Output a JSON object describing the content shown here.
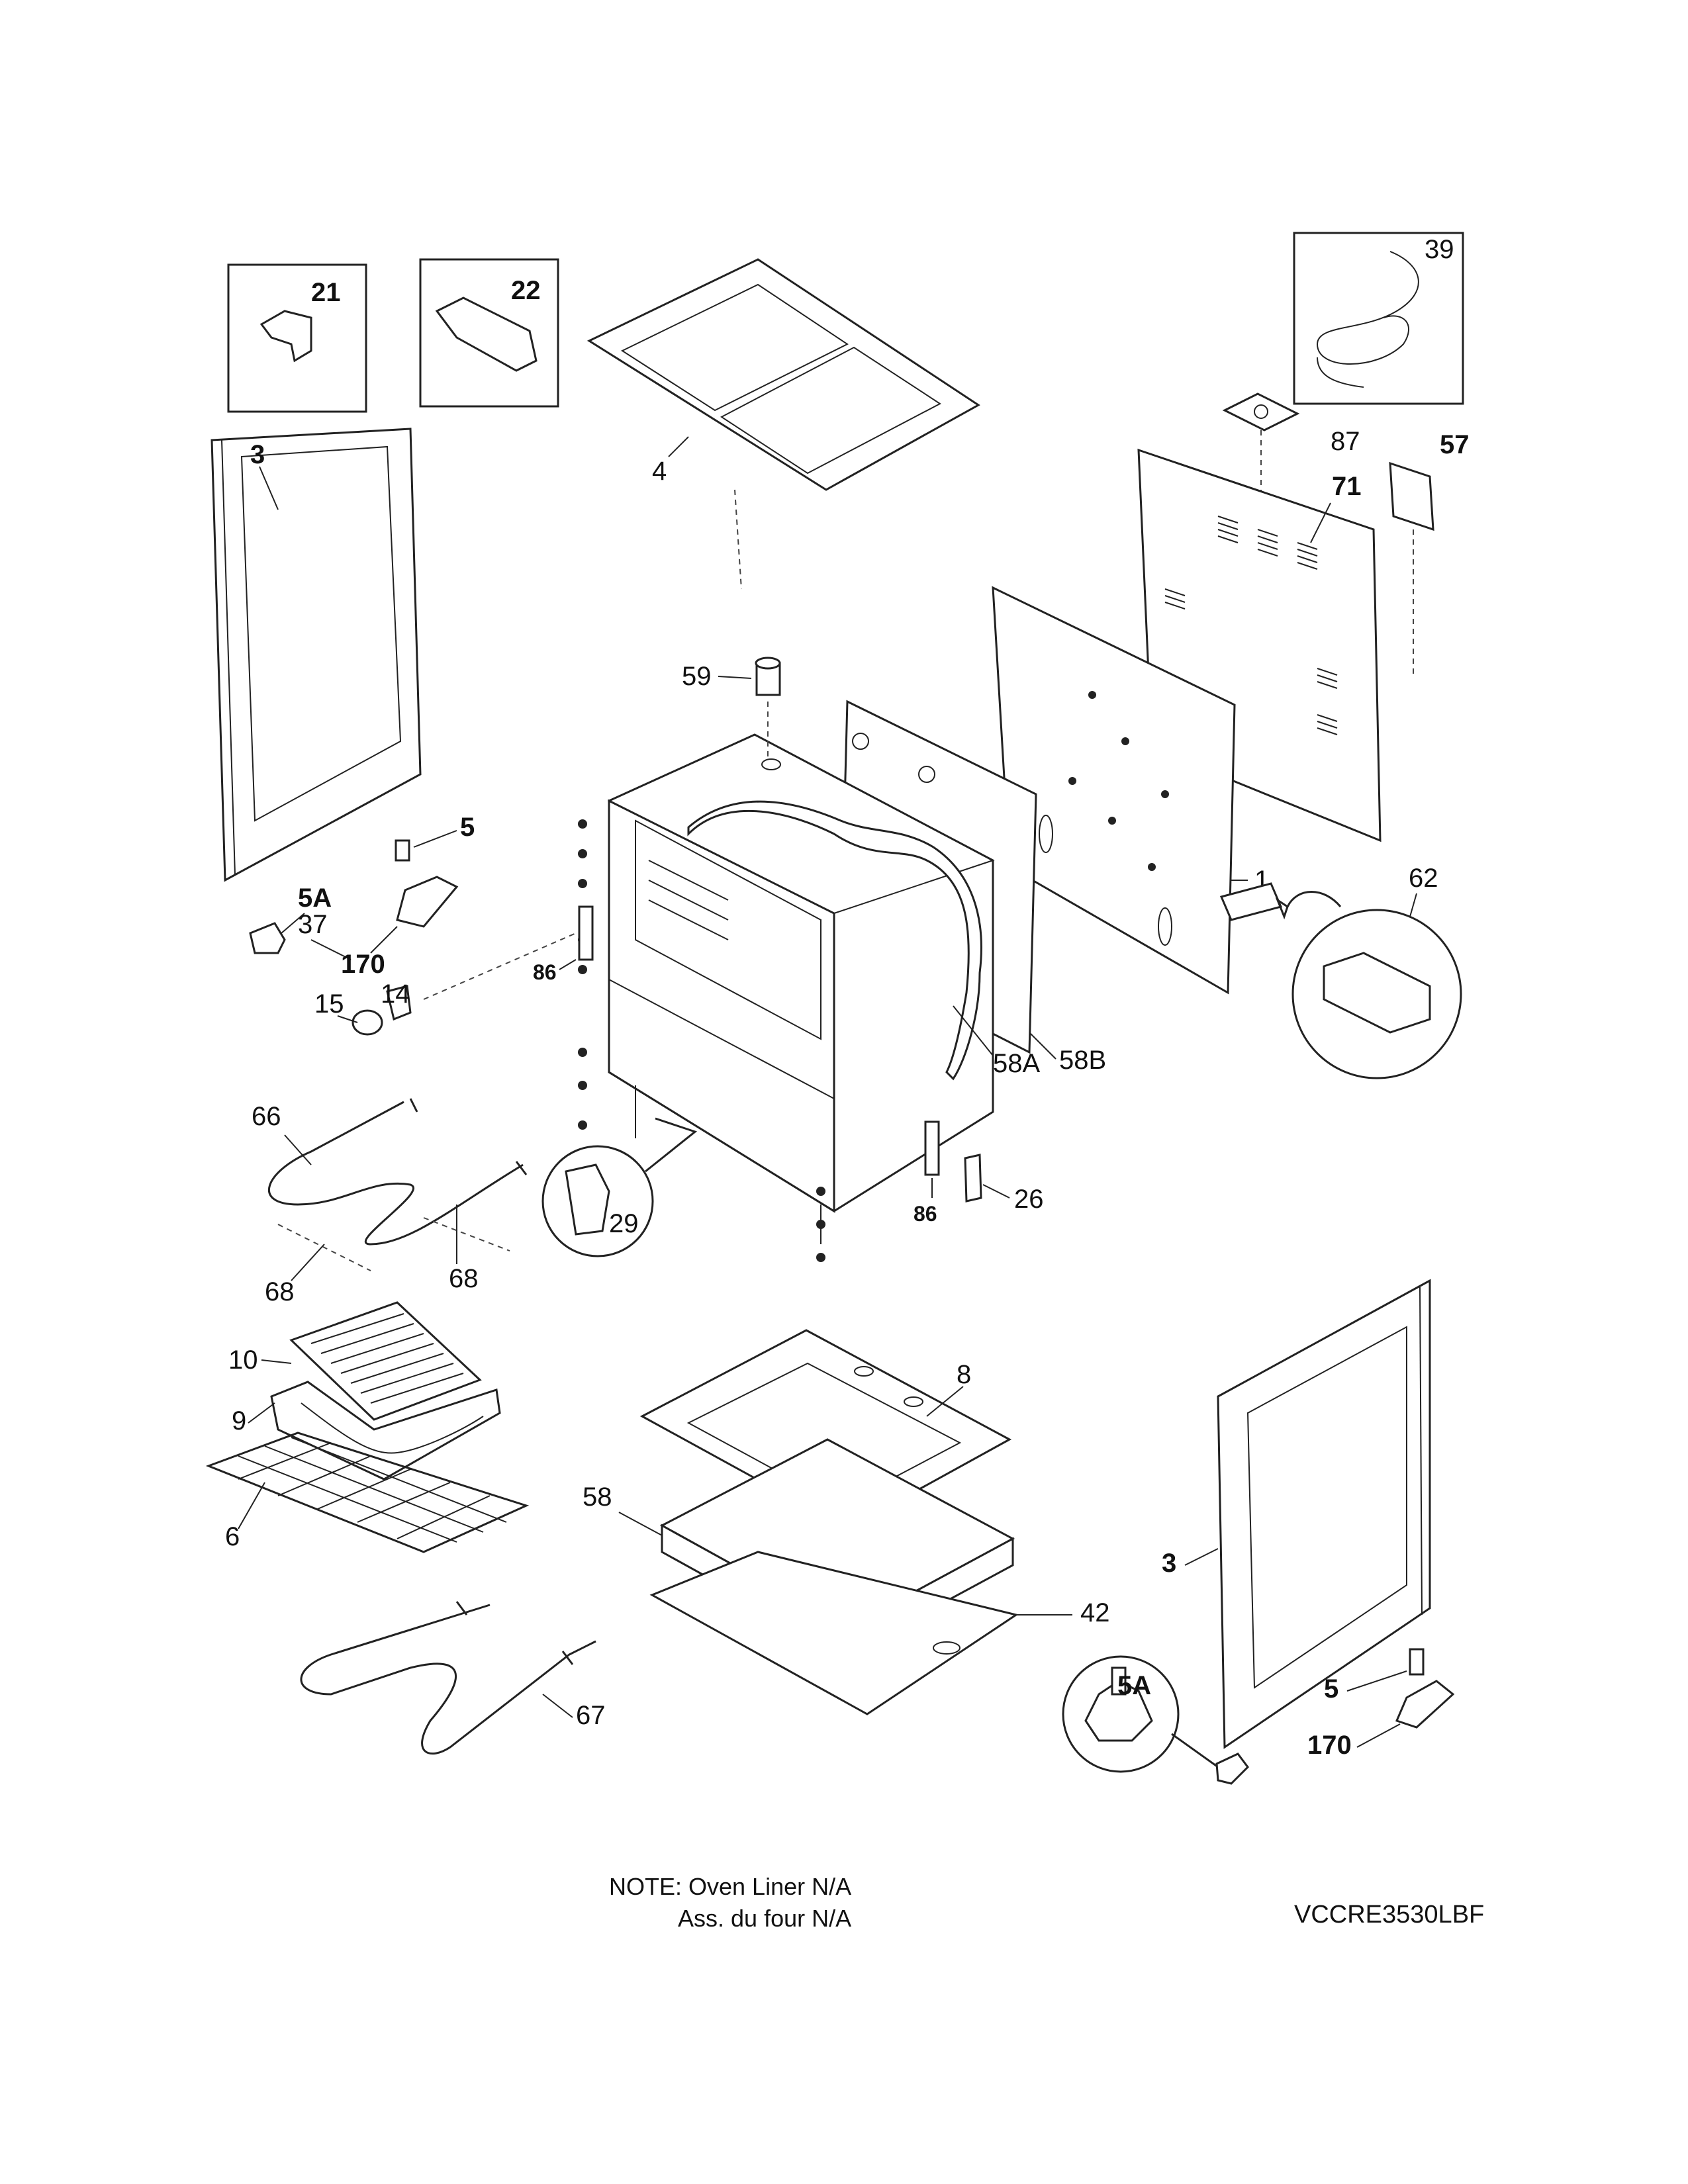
{
  "labels": {
    "p21": "21",
    "p22": "22",
    "p39": "39",
    "p3_left": "3",
    "p4": "4",
    "p87": "87",
    "p57": "57",
    "p71": "71",
    "p59": "59",
    "p5_left": "5",
    "p5A_left": "5A",
    "p37": "37",
    "p170_left": "170",
    "p86_left": "86",
    "p14": "14",
    "p15": "15",
    "p1": "1",
    "p62": "62",
    "p58A": "58A",
    "p58B": "58B",
    "p66": "66",
    "p29": "29",
    "p86_right": "86",
    "p26": "26",
    "p68_left": "68",
    "p68_right": "68",
    "p10": "10",
    "p8": "8",
    "p9": "9",
    "p58": "58",
    "p6": "6",
    "p3_right": "3",
    "p42": "42",
    "p5A_right": "5A",
    "p5_right": "5",
    "p170_right": "170",
    "p67": "67"
  },
  "note": {
    "line1": "NOTE: Oven Liner N/A",
    "line2": "Ass. du four N/A"
  },
  "model": "VCCRE3530LBF"
}
